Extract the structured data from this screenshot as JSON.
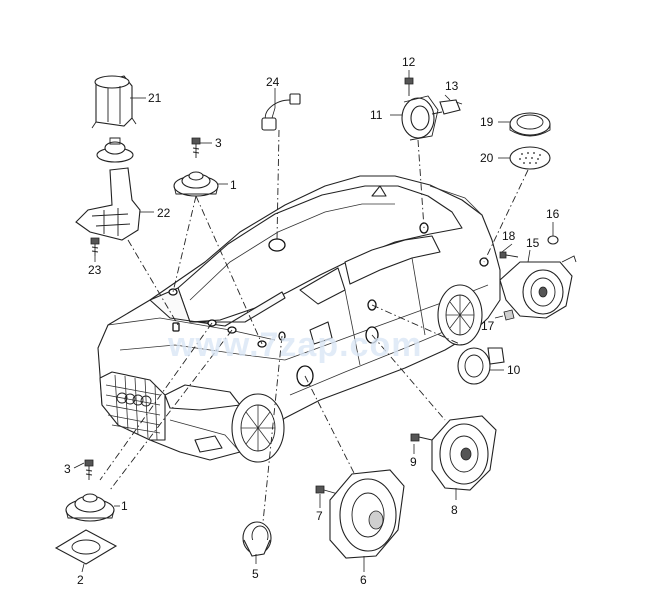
{
  "callouts": [
    {
      "id": "c1a",
      "text": "1"
    },
    {
      "id": "c1b",
      "text": "1"
    },
    {
      "id": "c2",
      "text": "2"
    },
    {
      "id": "c3a",
      "text": "3"
    },
    {
      "id": "c3b",
      "text": "3"
    },
    {
      "id": "c5",
      "text": "5"
    },
    {
      "id": "c6",
      "text": "6"
    },
    {
      "id": "c7",
      "text": "7"
    },
    {
      "id": "c8",
      "text": "8"
    },
    {
      "id": "c9",
      "text": "9"
    },
    {
      "id": "c10",
      "text": "10"
    },
    {
      "id": "c11",
      "text": "11"
    },
    {
      "id": "c12",
      "text": "12"
    },
    {
      "id": "c13",
      "text": "13"
    },
    {
      "id": "c15",
      "text": "15"
    },
    {
      "id": "c16",
      "text": "16"
    },
    {
      "id": "c17",
      "text": "17"
    },
    {
      "id": "c18",
      "text": "18"
    },
    {
      "id": "c19",
      "text": "19"
    },
    {
      "id": "c20",
      "text": "20"
    },
    {
      "id": "c21",
      "text": "21"
    },
    {
      "id": "c22",
      "text": "22"
    },
    {
      "id": "c23",
      "text": "23"
    },
    {
      "id": "c24",
      "text": "24"
    }
  ],
  "watermark": "www.7zap.com"
}
